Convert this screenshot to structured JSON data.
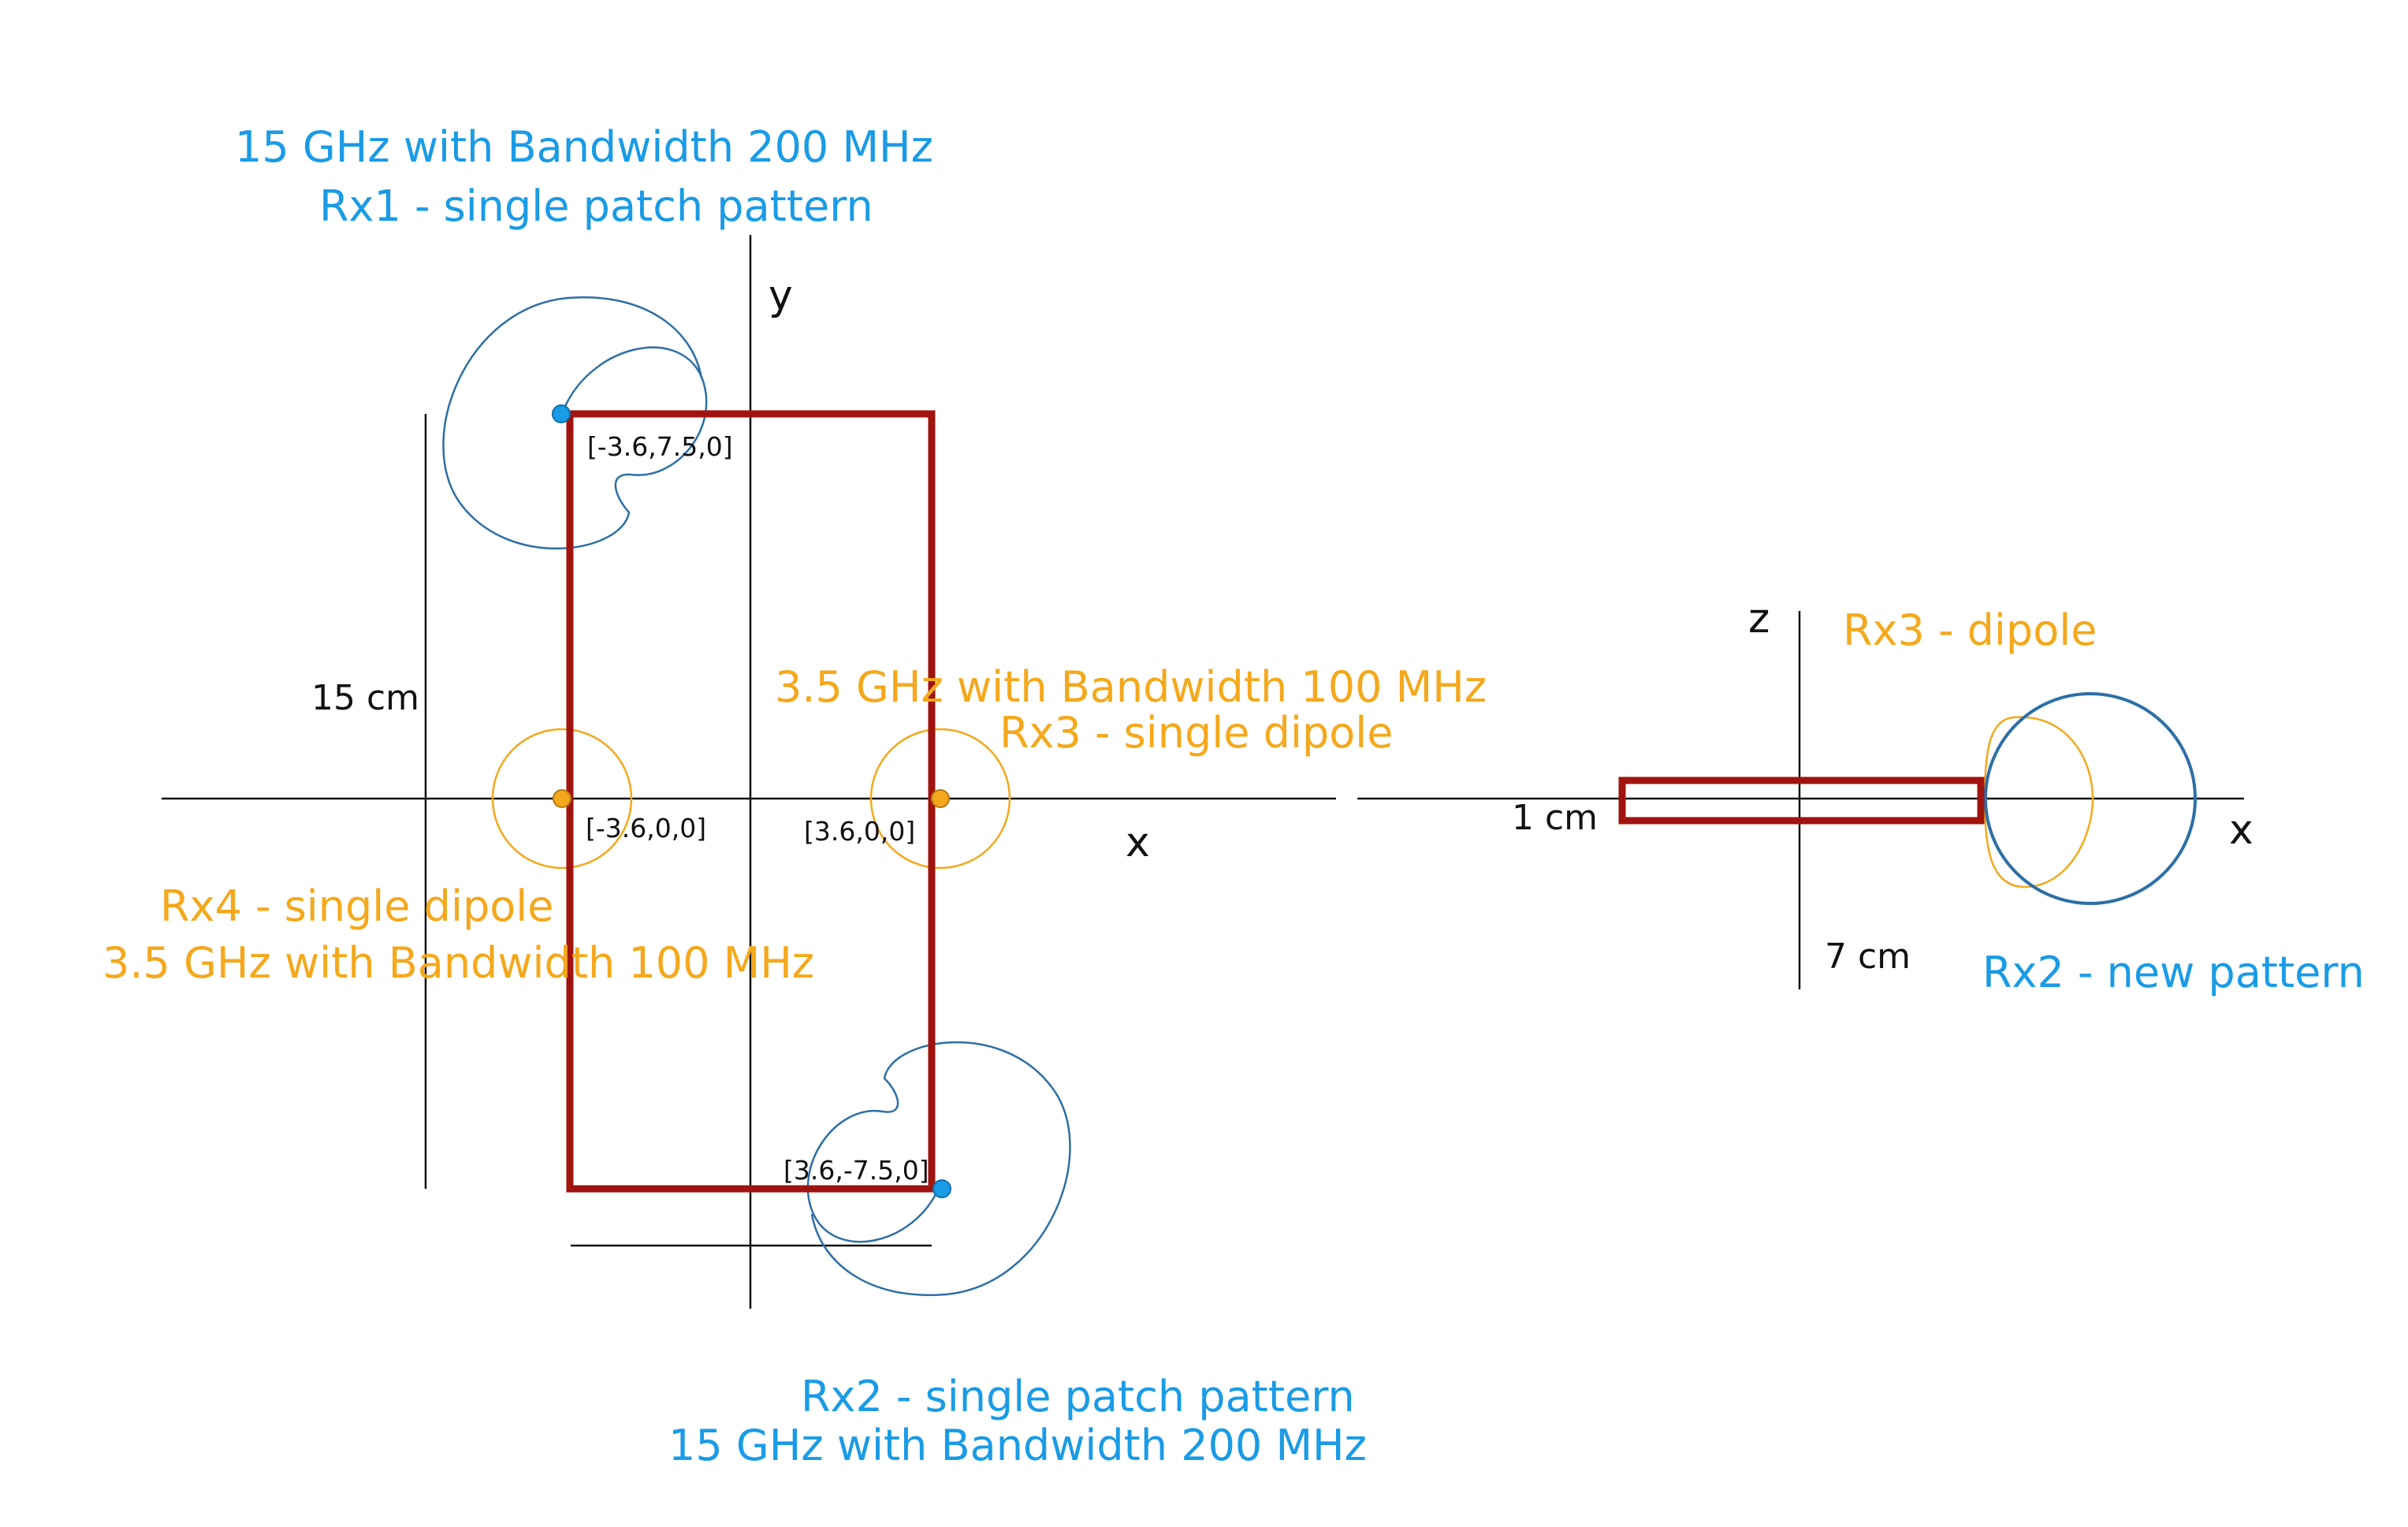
{
  "colors": {
    "patch_blue": "#2d6fa6",
    "dot_blue": "#1a9be6",
    "dipole_orange": "#f4a81c",
    "board_red": "#a0130e",
    "line_black": "#111111"
  },
  "top_view": {
    "rx1": {
      "line1": "15 GHz with Bandwidth 200 MHz",
      "line2": "Rx1 - single patch pattern",
      "coord": "[-3.6,7.5,0]"
    },
    "rx3": {
      "line1": "3.5 GHz with Bandwidth 100 MHz",
      "line2": "Rx3 - single dipole",
      "coord": "[3.6,0,0]"
    },
    "rx4": {
      "line1": "Rx4 - single dipole",
      "line2": "3.5 GHz with Bandwidth 100 MHz",
      "coord": "[-3.6,0,0]"
    },
    "rx2": {
      "line1": "Rx2 - single patch pattern",
      "line2": "15 GHz with Bandwidth 200 MHz",
      "coord": "[3.6,-7.5,0]"
    },
    "height_dim": "15 cm",
    "axis_x": "x",
    "axis_y": "y"
  },
  "side_view": {
    "axis_z": "z",
    "axis_x": "x",
    "thickness_dim": "1 cm",
    "width_dim": "7 cm",
    "rx3_label": "Rx3 - dipole",
    "rx2_label": "Rx2 - new pattern"
  }
}
